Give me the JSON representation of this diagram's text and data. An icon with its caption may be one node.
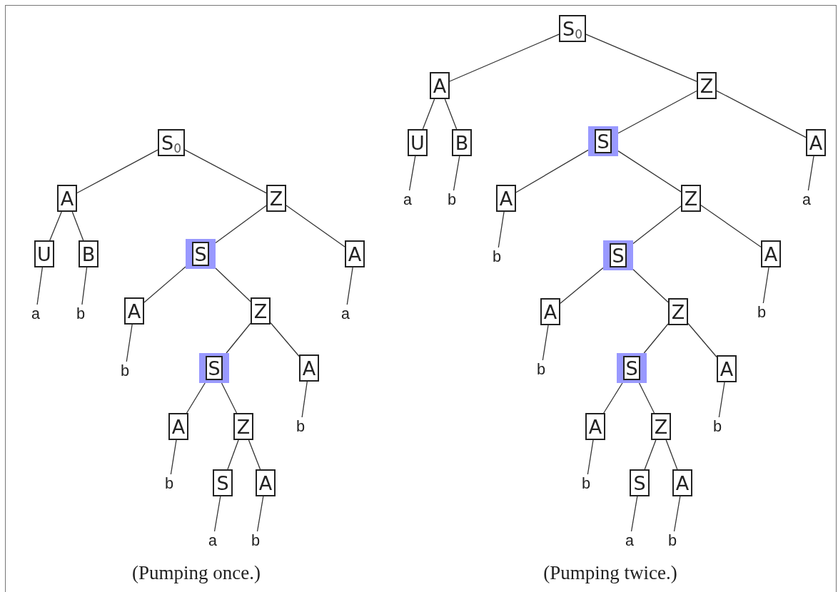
{
  "diagram": {
    "nodes": [
      {
        "text": [
          "S$_{0}$"
        ]
      },
      {
        "text": [
          "A"
        ]
      },
      {
        "text": [
          "Z"
        ]
      },
      {
        "text": [
          "U"
        ]
      },
      {
        "text": [
          "B"
        ]
      },
      {
        "text": [
          "a"
        ]
      },
      {
        "text": [
          "b"
        ]
      },
      {
        "text": [],
        "shape": "box"
      },
      {
        "text": [
          "S"
        ],
        "in": 7
      },
      {
        "text": [
          "A"
        ]
      },
      {
        "text": [
          "a"
        ]
      },
      {
        "text": [
          "A"
        ]
      },
      {
        "text": [
          "b"
        ]
      },
      {
        "text": [
          "Z"
        ]
      },
      {
        "text": [],
        "shape": "box"
      },
      {
        "text": [
          "S"
        ],
        "in": 14
      },
      {
        "text": [
          "A"
        ]
      },
      {
        "text": [
          "b"
        ]
      },
      {
        "text": [
          "A"
        ]
      },
      {
        "text": [
          "b"
        ]
      },
      {
        "text": [
          "Z"
        ]
      },
      {
        "text": [
          "S"
        ]
      },
      {
        "text": [
          "A"
        ]
      },
      {
        "text": [
          "a"
        ]
      },
      {
        "text": [
          "b"
        ]
      },
      {
        "text": [
          "S$_{0}$"
        ]
      },
      {
        "text": [
          "A"
        ]
      },
      {
        "text": [
          "Z"
        ]
      },
      {
        "text": [
          "U"
        ]
      },
      {
        "text": [
          "B"
        ]
      },
      {
        "text": [
          "a"
        ]
      },
      {
        "text": [
          "b"
        ]
      },
      {
        "text": [],
        "shape": "box"
      },
      {
        "text": [
          "S"
        ],
        "in": 32
      },
      {
        "text": [
          "A"
        ]
      },
      {
        "text": [
          "a"
        ]
      },
      {
        "text": [
          "A"
        ]
      },
      {
        "text": [
          "b"
        ]
      },
      {
        "text": [
          "Z"
        ]
      },
      {
        "text": [],
        "shape": "box"
      },
      {
        "text": [
          "S"
        ],
        "in": 39
      },
      {
        "text": [
          "A"
        ]
      },
      {
        "text": [
          "b"
        ]
      },
      {
        "text": [
          "A"
        ]
      },
      {
        "text": [
          "b"
        ]
      },
      {
        "text": [
          "Z"
        ]
      },
      {
        "text": [],
        "shape": "box"
      },
      {
        "text": [
          "S"
        ],
        "in": 46
      },
      {
        "text": [
          "A"
        ]
      },
      {
        "text": [
          "b"
        ]
      },
      {
        "text": [
          "A"
        ]
      },
      {
        "text": [
          "b"
        ]
      },
      {
        "text": [
          "Z"
        ]
      },
      {
        "text": [
          "S"
        ]
      },
      {
        "text": [
          "A"
        ]
      },
      {
        "text": [
          "a"
        ]
      },
      {
        "text": [
          "b"
        ]
      }
    ],
    "edges": [
      {
        "from": 0,
        "to": 1,
        "arrow": "none"
      },
      {
        "from": 0,
        "to": 2,
        "arrow": "none"
      },
      {
        "from": 1,
        "to": 3,
        "arrow": "none"
      },
      {
        "from": 1,
        "to": 4,
        "arrow": "none"
      },
      {
        "from": 3,
        "to": 5,
        "arrow": "none"
      },
      {
        "from": 4,
        "to": 6,
        "arrow": "none"
      },
      {
        "from": 2,
        "to": 7,
        "arrow": "none"
      },
      {
        "from": 2,
        "to": 9,
        "arrow": "none"
      },
      {
        "from": 9,
        "to": 10,
        "arrow": "none"
      },
      {
        "from": 7,
        "to": 11,
        "arrow": "none"
      },
      {
        "from": 7,
        "to": 13,
        "arrow": "none"
      },
      {
        "from": 11,
        "to": 12,
        "arrow": "none"
      },
      {
        "from": 13,
        "to": 14,
        "arrow": "none"
      },
      {
        "from": 13,
        "to": 16,
        "arrow": "none"
      },
      {
        "from": 16,
        "to": 17,
        "arrow": "none"
      },
      {
        "from": 14,
        "to": 18,
        "arrow": "none"
      },
      {
        "from": 14,
        "to": 20,
        "arrow": "none"
      },
      {
        "from": 18,
        "to": 19,
        "arrow": "none"
      },
      {
        "from": 20,
        "to": 21,
        "arrow": "none"
      },
      {
        "from": 20,
        "to": 22,
        "arrow": "none"
      },
      {
        "from": 21,
        "to": 23,
        "arrow": "none"
      },
      {
        "from": 22,
        "to": 24,
        "arrow": "none"
      },
      {
        "from": 25,
        "to": 26,
        "arrow": "none"
      },
      {
        "from": 25,
        "to": 27,
        "arrow": "none"
      },
      {
        "from": 26,
        "to": 28,
        "arrow": "none"
      },
      {
        "from": 26,
        "to": 29,
        "arrow": "none"
      },
      {
        "from": 28,
        "to": 30,
        "arrow": "none"
      },
      {
        "from": 29,
        "to": 31,
        "arrow": "none"
      },
      {
        "from": 27,
        "to": 32,
        "arrow": "none"
      },
      {
        "from": 27,
        "to": 34,
        "arrow": "none"
      },
      {
        "from": 34,
        "to": 35,
        "arrow": "none"
      },
      {
        "from": 32,
        "to": 36,
        "arrow": "none"
      },
      {
        "from": 32,
        "to": 38,
        "arrow": "none"
      },
      {
        "from": 36,
        "to": 37,
        "arrow": "none"
      },
      {
        "from": 38,
        "to": 39,
        "arrow": "none"
      },
      {
        "from": 38,
        "to": 41,
        "arrow": "none"
      },
      {
        "from": 41,
        "to": 42,
        "arrow": "none"
      },
      {
        "from": 39,
        "to": 43,
        "arrow": "none"
      },
      {
        "from": 39,
        "to": 45,
        "arrow": "none"
      },
      {
        "from": 43,
        "to": 44,
        "arrow": "none"
      },
      {
        "from": 45,
        "to": 46,
        "arrow": "none"
      },
      {
        "from": 45,
        "to": 48,
        "arrow": "none"
      },
      {
        "from": 48,
        "to": 49,
        "arrow": "none"
      },
      {
        "from": 46,
        "to": 50,
        "arrow": "none"
      },
      {
        "from": 46,
        "to": 52,
        "arrow": "none"
      },
      {
        "from": 50,
        "to": 51,
        "arrow": "none"
      },
      {
        "from": 52,
        "to": 53,
        "arrow": "none"
      },
      {
        "from": 52,
        "to": 54,
        "arrow": "none"
      },
      {
        "from": 53,
        "to": 55,
        "arrow": "none"
      },
      {
        "from": 54,
        "to": 56,
        "arrow": "none"
      }
    ],
    "labels": [
      "(Pumping once.)",
      "(Pumping twice.)"
    ]
  }
}
